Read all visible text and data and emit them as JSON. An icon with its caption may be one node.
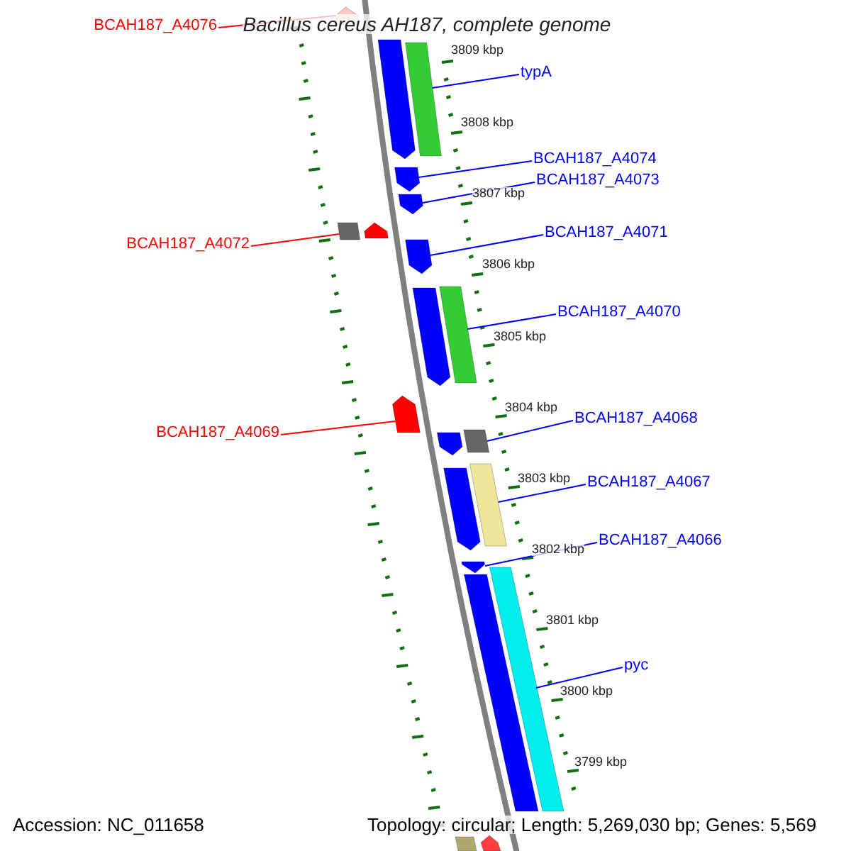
{
  "diagram": {
    "title": "Bacillus cereus AH187, complete genome",
    "nodes": [
      {
        "text": [
          "BCAH187_A4076"
        ]
      },
      {
        "text": [],
        "shape": "arrow"
      },
      {
        "text": [
          "typA"
        ]
      },
      {
        "text": [],
        "shape": "arrow"
      },
      {
        "text": [],
        "shape": "bar"
      },
      {
        "text": [
          "BCAH187_A4074"
        ]
      },
      {
        "text": [],
        "shape": "arrow"
      },
      {
        "text": [
          "BCAH187_A4073"
        ]
      },
      {
        "text": [],
        "shape": "arrow"
      },
      {
        "text": [
          "BCAH187_A4072"
        ]
      },
      {
        "text": [],
        "shape": "bar"
      },
      {
        "text": [],
        "shape": "arrow"
      },
      {
        "text": [
          "BCAH187_A4071"
        ]
      },
      {
        "text": [],
        "shape": "arrow"
      },
      {
        "text": [
          "BCAH187_A4070"
        ]
      },
      {
        "text": [],
        "shape": "arrow"
      },
      {
        "text": [],
        "shape": "bar"
      },
      {
        "text": [
          "BCAH187_A4069"
        ]
      },
      {
        "text": [],
        "shape": "arrow"
      },
      {
        "text": [
          "BCAH187_A4068"
        ]
      },
      {
        "text": [],
        "shape": "arrow"
      },
      {
        "text": [],
        "shape": "bar"
      },
      {
        "text": [
          "BCAH187_A4067"
        ]
      },
      {
        "text": [],
        "shape": "arrow"
      },
      {
        "text": [],
        "shape": "bar"
      },
      {
        "text": [
          "BCAH187_A4066"
        ]
      },
      {
        "text": [],
        "shape": "arrow"
      },
      {
        "text": [
          "pyc"
        ]
      },
      {
        "text": [],
        "shape": "bar"
      },
      {
        "text": [],
        "shape": "bar"
      },
      {
        "text": [],
        "shape": "bar"
      },
      {
        "text": [],
        "shape": "arrow"
      }
    ],
    "edges": [
      {
        "from": 0,
        "to": 1,
        "arrow": "none",
        "color": "#ff0000"
      },
      {
        "from": 2,
        "to": 4,
        "arrow": "none"
      },
      {
        "from": 5,
        "to": 6,
        "arrow": "none"
      },
      {
        "from": 7,
        "to": 8,
        "arrow": "none"
      },
      {
        "from": 9,
        "to": 10,
        "arrow": "none",
        "color": "#ff0000"
      },
      {
        "from": 12,
        "to": 13,
        "arrow": "none"
      },
      {
        "from": 14,
        "to": 16,
        "arrow": "none"
      },
      {
        "from": 17,
        "to": 18,
        "arrow": "none",
        "color": "#ff0000"
      },
      {
        "from": 19,
        "to": 21,
        "arrow": "none"
      },
      {
        "from": 22,
        "to": 24,
        "arrow": "none"
      },
      {
        "from": 25,
        "to": 26,
        "arrow": "none"
      },
      {
        "from": 27,
        "to": 29,
        "arrow": "none"
      }
    ],
    "labels": [
      "3809 kbp",
      "3808 kbp",
      "3807 kbp",
      "3806 kbp",
      "3805 kbp",
      "3804 kbp",
      "3803 kbp",
      "3802 kbp",
      "3801 kbp",
      "3800 kbp",
      "3799 kbp",
      "Accession: NC_011658",
      "Topology: circular; Length: 5,269,030 bp; Genes: 5,569"
    ]
  }
}
